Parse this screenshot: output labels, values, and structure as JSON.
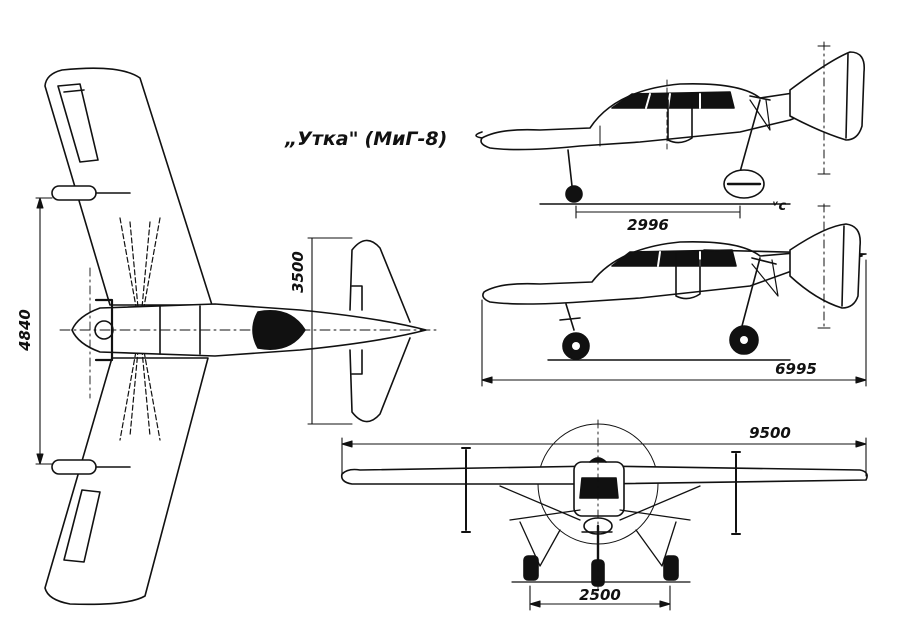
{
  "title": {
    "name": "„Утка\"",
    "designation": "(МиГ-8)"
  },
  "dimensions": {
    "length_top_view": "4840",
    "tail_span": "3500",
    "gear_base": "2996",
    "wheelbase_label": "ᵛc",
    "overall_length": "6995",
    "wing_span": "9500",
    "track": "2500"
  },
  "colors": {
    "ink": "#111111",
    "paper": "#ffffff"
  }
}
